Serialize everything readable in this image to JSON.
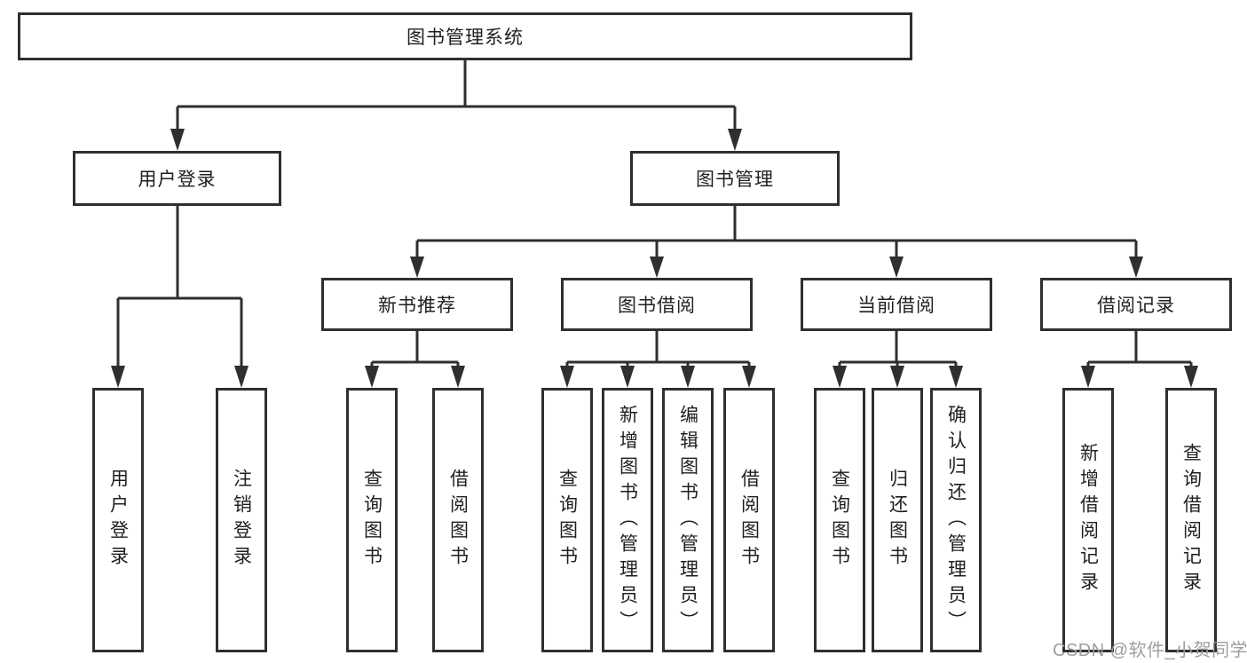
{
  "tree": {
    "root": {
      "label": "图书管理系统",
      "children": [
        {
          "label": "用户登录",
          "children": [
            {
              "label": "用户登录"
            },
            {
              "label": "注销登录"
            }
          ]
        },
        {
          "label": "图书管理",
          "children": [
            {
              "label": "新书推荐",
              "children": [
                {
                  "label": "查询图书"
                },
                {
                  "label": "借阅图书"
                }
              ]
            },
            {
              "label": "图书借阅",
              "children": [
                {
                  "label": "查询图书"
                },
                {
                  "label": "新增图书（管理员）"
                },
                {
                  "label": "编辑图书（管理员）"
                },
                {
                  "label": "借阅图书"
                }
              ]
            },
            {
              "label": "当前借阅",
              "children": [
                {
                  "label": "查询图书"
                },
                {
                  "label": "归还图书"
                },
                {
                  "label": "确认归还（管理员）"
                }
              ]
            },
            {
              "label": "借阅记录",
              "children": [
                {
                  "label": "新增借阅记录"
                },
                {
                  "label": "查询借阅记录"
                }
              ]
            }
          ]
        }
      ]
    }
  },
  "watermark": {
    "text": "CSDN @软件_小贺同学"
  },
  "colors": {
    "line": "#2f2f2f",
    "text": "#1f1f1f",
    "background": "#ffffff",
    "watermark": "#9e9ea1"
  }
}
